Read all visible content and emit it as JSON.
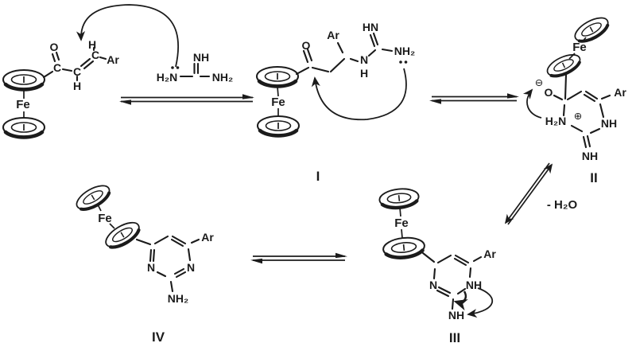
{
  "scheme": {
    "chalcone": {
      "o": "O",
      "c_carbonyl": "C",
      "c_alpha": "C",
      "h_alpha": "H",
      "c_beta": "C",
      "h_beta": "H",
      "ar": "Ar",
      "fe": "Fe"
    },
    "guanidine": {
      "nh_top": "NH",
      "h2n_left": "H₂N",
      "nh2_right": "NH₂"
    },
    "intermediate_I": {
      "o": "O",
      "ar": "Ar",
      "hn_top": "HN",
      "n": "N",
      "h": "H",
      "nh2": "NH₂",
      "fe": "Fe",
      "label": "I"
    },
    "intermediate_II": {
      "charge_minus": "⊖",
      "o": "O",
      "ar": "Ar",
      "h2n": "H₂N",
      "charge_plus": "⊕",
      "nh_ring": "NH",
      "nh_imine": "NH",
      "fe": "Fe",
      "label": "II"
    },
    "intermediate_III": {
      "n": "N",
      "nh_ring": "NH",
      "nh_imine": "NH",
      "ar": "Ar",
      "fe": "Fe",
      "label": "III"
    },
    "product_IV": {
      "n_left": "N",
      "n_right": "N",
      "nh2": "NH₂",
      "ar": "Ar",
      "fe": "Fe",
      "label": "IV"
    },
    "byproduct": "- H₂O"
  }
}
